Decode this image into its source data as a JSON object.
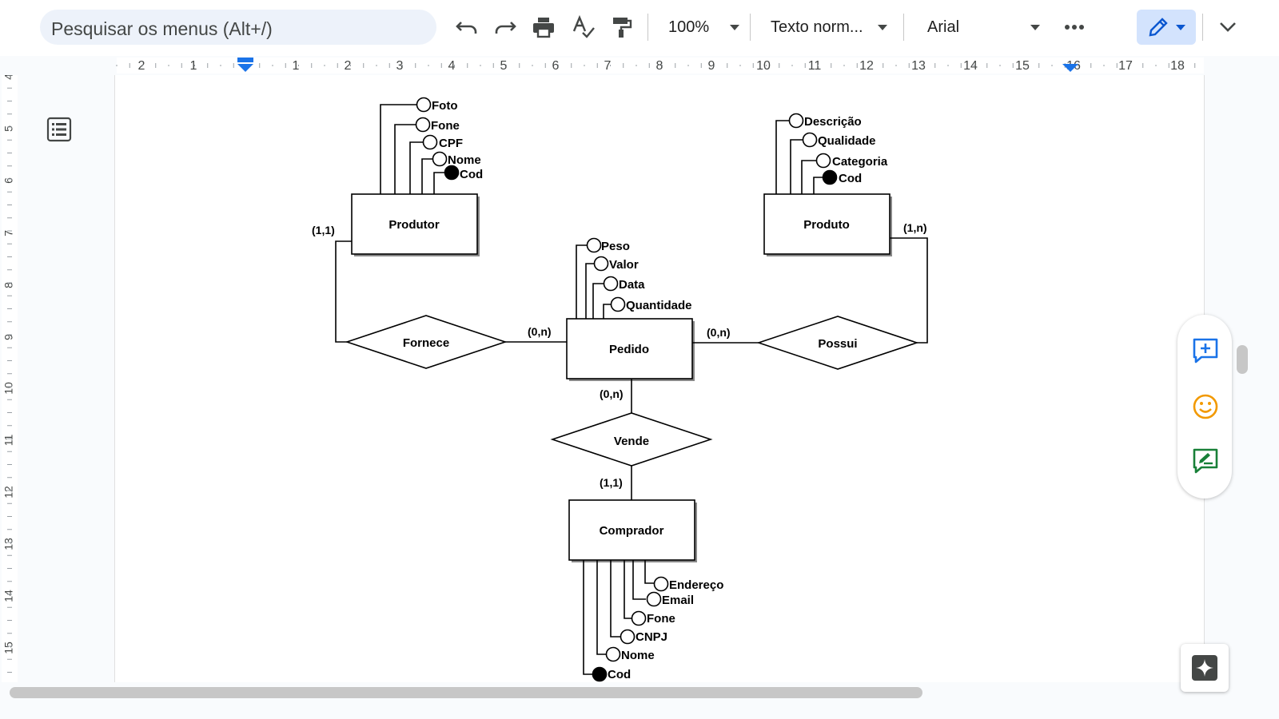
{
  "toolbar": {
    "search_placeholder": "Pesquisar os menus (Alt+/)",
    "zoom": "100%",
    "style": "Texto norm...",
    "font": "Arial"
  },
  "ruler": {
    "h_labels": [
      "2",
      "1",
      "1",
      "2",
      "3",
      "4",
      "5",
      "6",
      "7",
      "8",
      "9",
      "10",
      "11",
      "12",
      "13",
      "14",
      "15",
      "16",
      "17",
      "18"
    ],
    "v_labels": [
      "4",
      "5",
      "6",
      "7",
      "8",
      "9",
      "10",
      "11",
      "12",
      "13",
      "14",
      "15"
    ]
  },
  "diagram": {
    "entities": {
      "produtor": "Produtor",
      "produto": "Produto",
      "pedido": "Pedido",
      "comprador": "Comprador"
    },
    "relationships": {
      "fornece": "Fornece",
      "possui": "Possui",
      "vende": "Vende"
    },
    "cardinalities": {
      "produtor_fornece": "(1,1)",
      "pedido_fornece": "(0,n)",
      "pedido_possui": "(0,n)",
      "produto_possui": "(1,n)",
      "pedido_vende": "(0,n)",
      "comprador_vende": "(1,1)"
    },
    "produtor_attrs": [
      "Foto",
      "Fone",
      "CPF",
      "Nome",
      "Cod"
    ],
    "produto_attrs": [
      "Descrição",
      "Qualidade",
      "Categoria",
      "Cod"
    ],
    "pedido_attrs": [
      "Peso",
      "Valor",
      "Data",
      "Quantidade"
    ],
    "comprador_attrs": [
      "Endereço",
      "Email",
      "Fone",
      "CNPJ",
      "Nome",
      "Cod"
    ]
  },
  "colors": {
    "accent_blue": "#1a73e8",
    "emoji_orange": "#f29900",
    "suggest_green": "#188038"
  }
}
